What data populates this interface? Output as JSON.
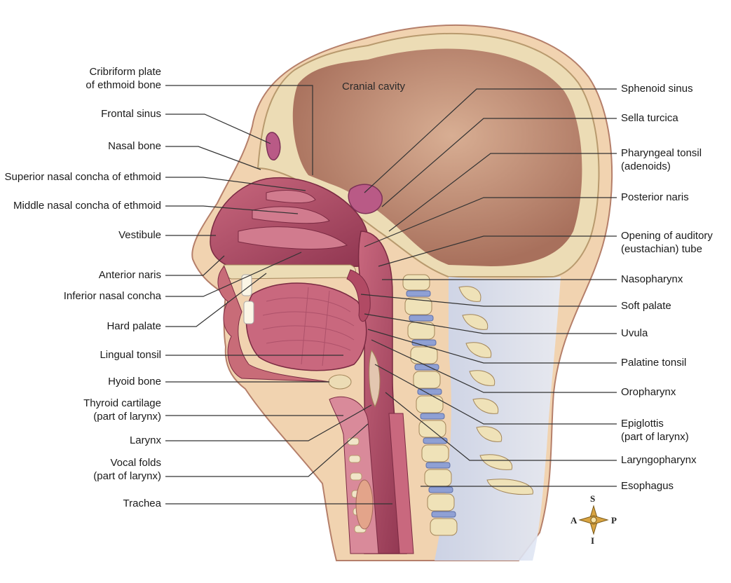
{
  "labels_left": [
    {
      "id": "cribriform",
      "text": "Cribriform plate\nof ethmoid bone"
    },
    {
      "id": "frontal-sinus",
      "text": "Frontal sinus"
    },
    {
      "id": "nasal-bone",
      "text": "Nasal bone"
    },
    {
      "id": "superior-concha",
      "text": "Superior nasal concha of ethmoid"
    },
    {
      "id": "middle-concha",
      "text": "Middle nasal concha of ethmoid"
    },
    {
      "id": "vestibule",
      "text": "Vestibule"
    },
    {
      "id": "anterior-naris",
      "text": "Anterior naris"
    },
    {
      "id": "inferior-concha",
      "text": "Inferior nasal concha"
    },
    {
      "id": "hard-palate",
      "text": "Hard palate"
    },
    {
      "id": "lingual-tonsil",
      "text": "Lingual tonsil"
    },
    {
      "id": "hyoid-bone",
      "text": "Hyoid bone"
    },
    {
      "id": "thyroid-cartilage",
      "text": "Thyroid cartilage\n(part of larynx)"
    },
    {
      "id": "larynx",
      "text": "Larynx"
    },
    {
      "id": "vocal-folds",
      "text": "Vocal folds\n(part of larynx)"
    },
    {
      "id": "trachea",
      "text": "Trachea"
    }
  ],
  "labels_right": [
    {
      "id": "sphenoid-sinus",
      "text": "Sphenoid sinus"
    },
    {
      "id": "sella-turcica",
      "text": "Sella turcica"
    },
    {
      "id": "pharyngeal-tonsil",
      "text": "Pharyngeal tonsil\n(adenoids)"
    },
    {
      "id": "posterior-naris",
      "text": "Posterior naris"
    },
    {
      "id": "auditory-tube",
      "text": "Opening of auditory\n(eustachian) tube"
    },
    {
      "id": "nasopharynx",
      "text": "Nasopharynx"
    },
    {
      "id": "soft-palate",
      "text": "Soft palate"
    },
    {
      "id": "uvula",
      "text": "Uvula"
    },
    {
      "id": "palatine-tonsil",
      "text": "Palatine tonsil"
    },
    {
      "id": "oropharynx",
      "text": "Oropharynx"
    },
    {
      "id": "epiglottis",
      "text": "Epiglottis\n(part of larynx)"
    },
    {
      "id": "laryngopharynx",
      "text": "Laryngopharynx"
    },
    {
      "id": "esophagus",
      "text": "Esophagus"
    }
  ],
  "inner_label": "Cranial cavity",
  "compass": {
    "north": "S",
    "south": "I",
    "west": "A",
    "east": "P"
  },
  "colors": {
    "skin": "#f1d3b0",
    "bone": "#ecdcb5",
    "brain_cavity": "#c79a82",
    "mucosa": "#b9566d",
    "mucosa_dark": "#8d3149",
    "vertebra": "#efe2b8",
    "disc": "#8fa0d4",
    "neck_tissue": "#d6def0",
    "leader": "#333333"
  }
}
